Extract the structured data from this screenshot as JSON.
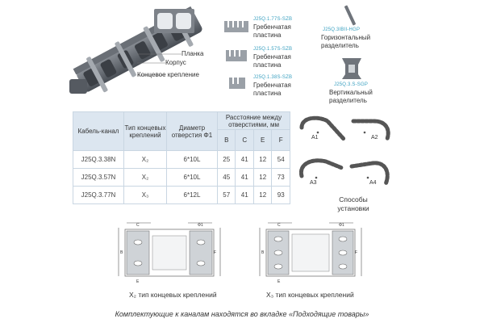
{
  "chain_callouts": {
    "bar": "Планка",
    "body": "Корпус",
    "end_mount": "Концевое крепление"
  },
  "parts": [
    {
      "code": "J25Q.1.77S-SZB",
      "desc": "Гребенчатая пластина"
    },
    {
      "code": "J25Q.1.57S-SZB",
      "desc": "Гребенчатая пластина"
    },
    {
      "code": "J25Q.1.38S-SZB",
      "desc": "Гребенчатая пластина"
    },
    {
      "code": "J25Q.3IBII-HGP",
      "desc": "Горизонтальный разделитель"
    },
    {
      "code": "J25Q.3.S-SGP",
      "desc": "Вертикальный разделитель"
    }
  ],
  "table": {
    "head_model": "Кабель-канал",
    "head_type": "Тип концевых креплений",
    "head_diam": "Диаметр отверстия Φ1",
    "head_dist": "Расстояние между отверстиями, мм",
    "sub": [
      "B",
      "C",
      "E",
      "F"
    ],
    "rows": [
      {
        "model": "J25Q.3.38N",
        "type": "X₂",
        "diam": "6*10L",
        "b": "25",
        "c": "41",
        "e": "12",
        "f": "54"
      },
      {
        "model": "J25Q.3.57N",
        "type": "X₂",
        "diam": "6*10L",
        "b": "45",
        "c": "41",
        "e": "12",
        "f": "73"
      },
      {
        "model": "J25Q.3.77N",
        "type": "X₃",
        "diam": "6*12L",
        "b": "57",
        "c": "41",
        "e": "12",
        "f": "93"
      }
    ]
  },
  "install": {
    "labels": [
      "A1",
      "A2",
      "A3",
      "A4"
    ],
    "caption": "Способы установки"
  },
  "drawings": {
    "left_caption": "X₂ тип концевых креплений",
    "right_caption": "X₃ тип концевых креплений",
    "dims": [
      "C",
      "B",
      "E",
      "F",
      "Φ1"
    ]
  },
  "footer": "Комплектующие к каналам находятся во вкладке «Подходящие товары»"
}
